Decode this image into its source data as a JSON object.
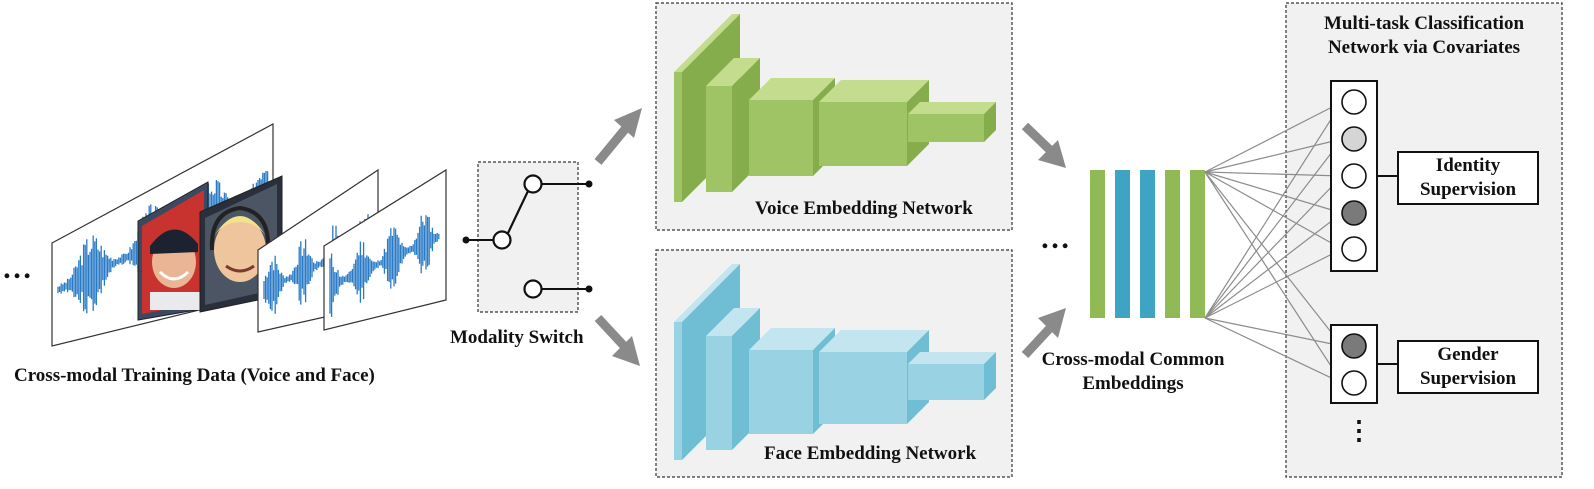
{
  "training_data": {
    "label": "Cross-modal Training Data (Voice and Face)",
    "ellipsis": "…"
  },
  "switch": {
    "label": "Modality Switch"
  },
  "voice_net": {
    "label": "Voice Embedding Network",
    "colors": {
      "front": "#9fc465",
      "top": "#c3dc8e",
      "side": "#86ad4c"
    }
  },
  "face_net": {
    "label": "Face Embedding Network",
    "colors": {
      "front": "#99d2e2",
      "top": "#c2e5ef",
      "side": "#6fbed4"
    }
  },
  "embeddings": {
    "label_line1": "Cross-modal Common",
    "label_line2": "Embeddings",
    "ellipsis": "…",
    "bar_colors": [
      "#8fba55",
      "#3fa3c4",
      "#3fa3c4",
      "#8fba55",
      "#8fba55"
    ]
  },
  "classifier": {
    "title_line1": "Multi-task Classification",
    "title_line2": "Network via Covariates",
    "identity_line1": "Identity",
    "identity_line2": "Supervision",
    "gender_line1": "Gender",
    "gender_line2": "Supervision",
    "more": "⋮",
    "identity_node_fills": [
      "#ffffff",
      "#d5d5d5",
      "#ffffff",
      "#7a7a7a",
      "#ffffff"
    ],
    "gender_node_fills": [
      "#7a7a7a",
      "#ffffff"
    ]
  },
  "colors": {
    "arrow": "#8a8a8a",
    "panel_bg": "#f1f1f1",
    "waveform": "#2a7bc6",
    "connection": "#8c8c8c"
  }
}
